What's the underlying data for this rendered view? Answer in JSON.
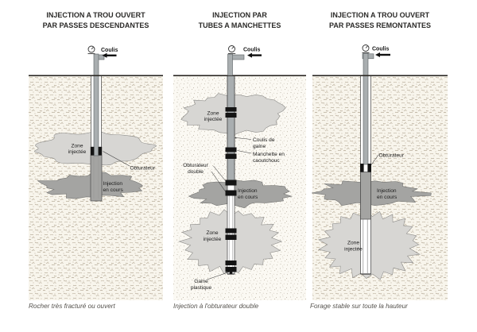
{
  "figure": {
    "kind": "grouting-methods-diagram"
  },
  "colors": {
    "zone_injectee_fill": "#d7d6d3",
    "injection_en_cours_fill": "#a4a4a2",
    "pipe_fill": "#a9aeb0",
    "packer_fill": "#141414",
    "ground_line": "#2e2b27",
    "label_text": "#1b1b1b",
    "caption_text": "#55524d",
    "title_text": "#2b2a28"
  },
  "panels": [
    {
      "title_lines": [
        "INJECTION A TROU OUVERT",
        "PAR PASSES DESCENDANTES"
      ],
      "caption": "Rocher très fracturé ou ouvert",
      "coulis": "Coulis",
      "labels": {
        "zone_injectee": [
          "Zone",
          "injectée"
        ],
        "obturateur": [
          "Obturateur"
        ],
        "injection_en_cours": [
          "Injection",
          "en cours"
        ]
      }
    },
    {
      "title_lines": [
        "INJECTION PAR",
        "TUBES A MANCHETTES"
      ],
      "caption": "Injection à l'obturateur double",
      "coulis": "Coulis",
      "labels": {
        "zone_injectee_haut": [
          "Zone",
          "injectée"
        ],
        "coulis_de_gaine": [
          "Coulis de",
          "gaine"
        ],
        "manchette": [
          "Manchette en",
          "caoutchouc"
        ],
        "obturateur_double": [
          "Obturateur",
          "double"
        ],
        "injection_en_cours": [
          "Injection",
          "en cours"
        ],
        "zone_injectee_bas": [
          "Zone",
          "injectée"
        ],
        "gaine_plastique": [
          "Gaine",
          "plastique"
        ]
      }
    },
    {
      "title_lines": [
        "INJECTION A TROU OUVERT",
        "PAR PASSES REMONTANTES"
      ],
      "caption": "Forage stable sur toute la hauteur",
      "coulis": "Coulis",
      "labels": {
        "obturateur": [
          "Obturateur"
        ],
        "injection_en_cours": [
          "Injection",
          "en cours"
        ],
        "zone_injectee": [
          "Zone",
          "injectée"
        ]
      }
    }
  ]
}
